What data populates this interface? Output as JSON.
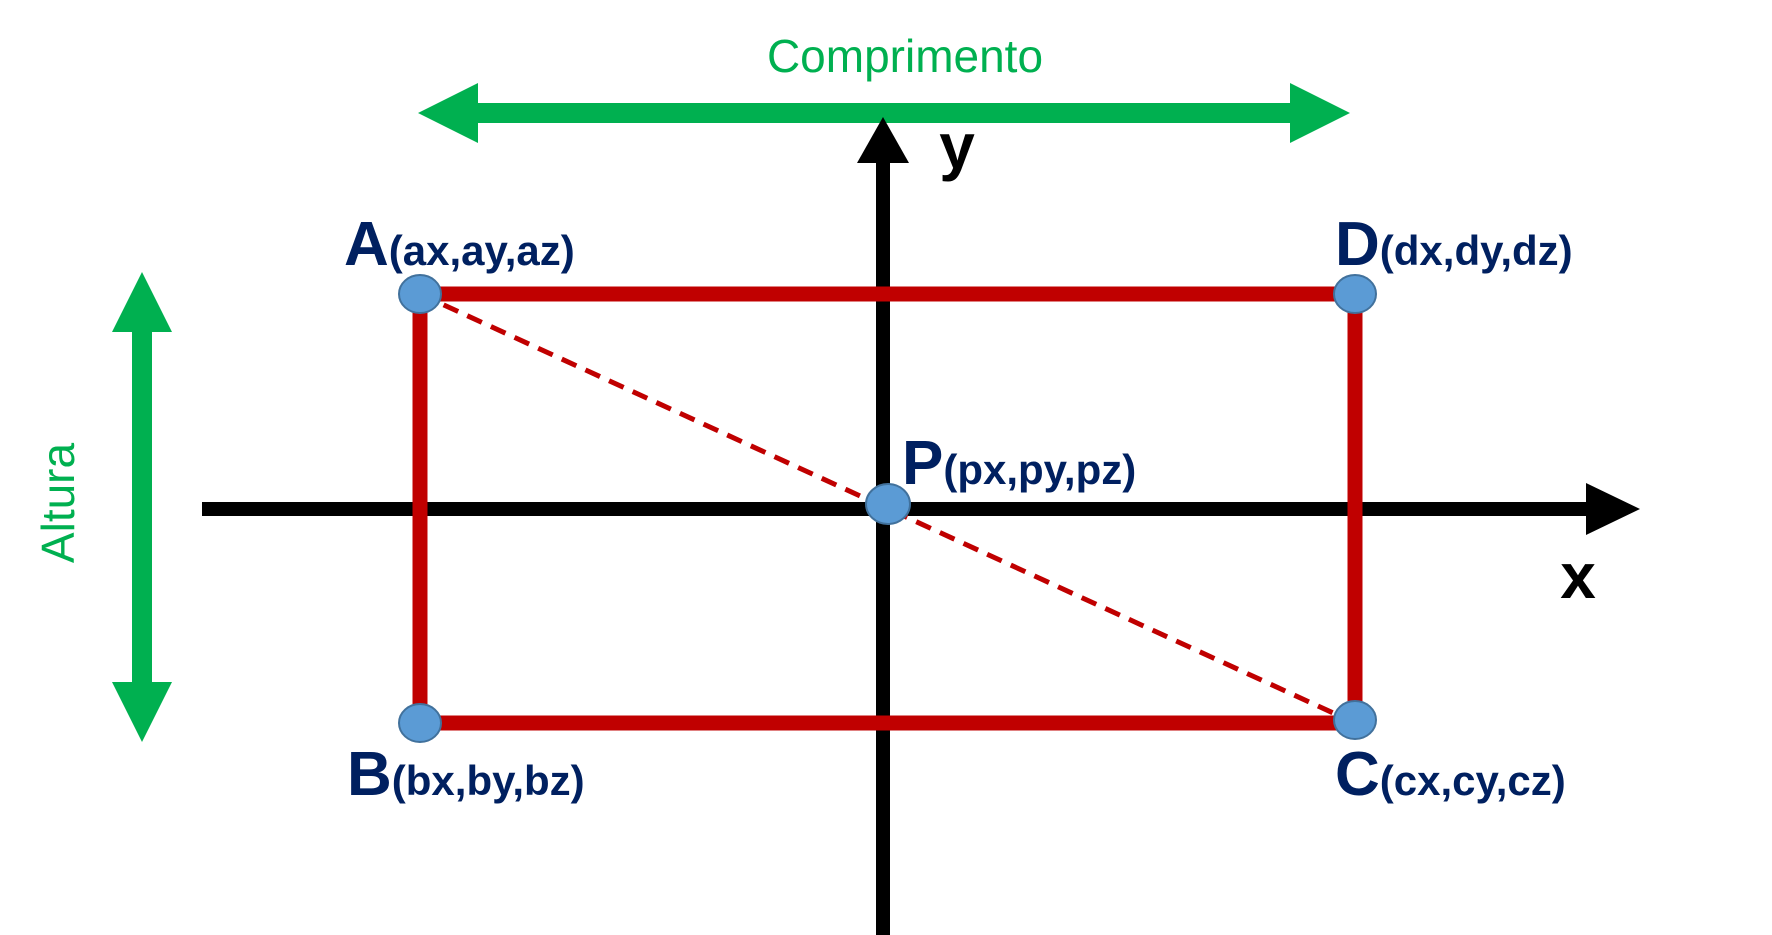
{
  "colors": {
    "axis": "#000000",
    "rectangle": "#c00000",
    "dimension": "#00b050",
    "point_fill": "#5b9bd5",
    "point_stroke": "#41719c",
    "label": "#002060"
  },
  "dimensions": {
    "length": "Comprimento",
    "height": "Altura"
  },
  "axes": {
    "x": "x",
    "y": "y"
  },
  "points": {
    "a": {
      "name": "A",
      "coords": "(ax,ay,az)"
    },
    "b": {
      "name": "B",
      "coords": "(bx,by,bz)"
    },
    "c": {
      "name": "C",
      "coords": "(cx,cy,cz)"
    },
    "d": {
      "name": "D",
      "coords": "(dx,dy,dz)"
    },
    "p": {
      "name": "P",
      "coords": "(px,py,pz)"
    }
  }
}
